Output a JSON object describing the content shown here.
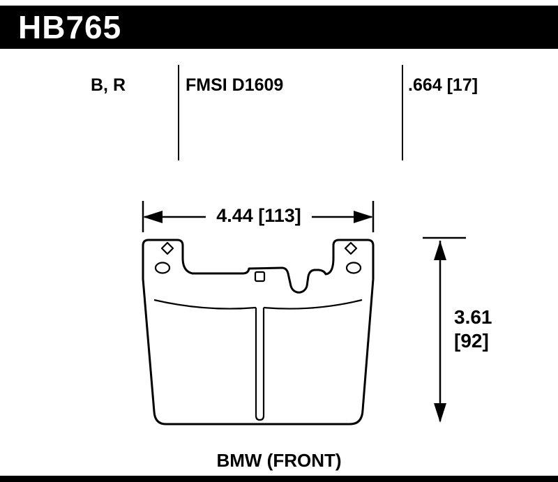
{
  "header": {
    "part_number": "HB765"
  },
  "specs": {
    "compounds": "B, R",
    "fmsi": "FMSI D1609",
    "thickness": ".664 [17]"
  },
  "dimensions": {
    "width": "4.44 [113]",
    "height_inches": "3.61",
    "height_mm": "[92]"
  },
  "footer": {
    "application": "BMW (FRONT)"
  },
  "colors": {
    "line": "#000000",
    "header_bar": "#000000",
    "background": "#ffffff"
  }
}
